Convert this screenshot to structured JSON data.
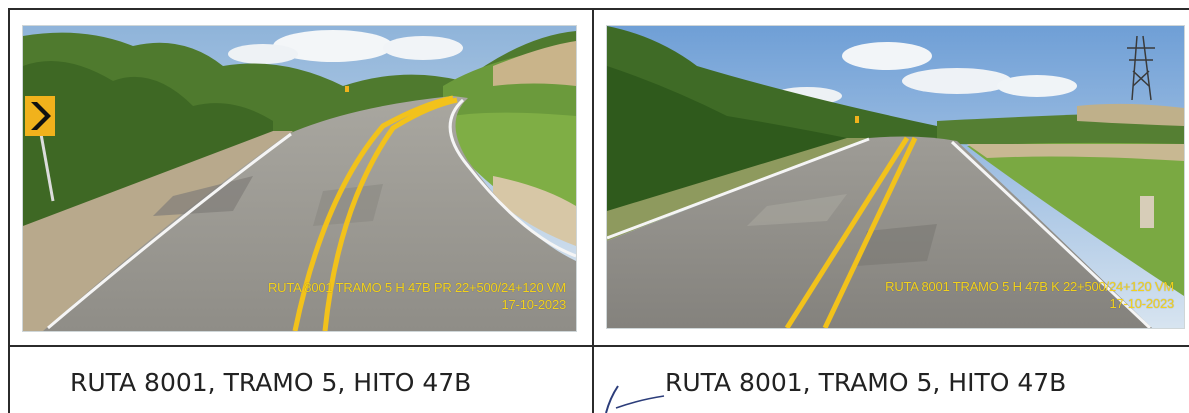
{
  "photos": [
    {
      "stamp_line1": "RUTA 8001 TRAMO 5 H 47B PR 22+500/24+120 VM",
      "stamp_line2": "17-10-2023",
      "caption": "RUTA 8001, TRAMO 5, HITO 47B"
    },
    {
      "stamp_line1": "RUTA 8001 TRAMO 5 H 47B K 22+500/24+120 VM",
      "stamp_line2": "17-10-2023",
      "caption": "RUTA 8001, TRAMO 5, HITO 47B"
    }
  ],
  "colors": {
    "stamp_text": "#f3d21d",
    "road_centerline": "#f2c21b",
    "table_border": "#2b2b2b"
  },
  "icons": [
    "chevron-warning-sign-icon",
    "power-pylon-icon",
    "signature-mark-icon"
  ]
}
